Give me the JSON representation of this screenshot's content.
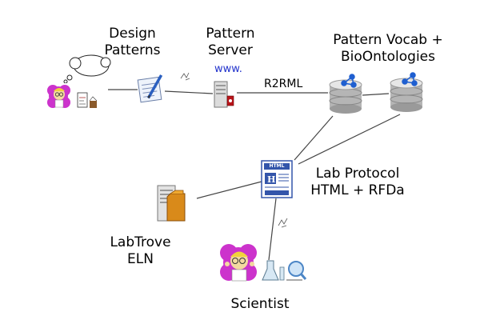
{
  "labels": {
    "design_l1": "Design",
    "design_l2": "Patterns",
    "server_l1": "Pattern",
    "server_l2": "Server",
    "vocab_l1": "Pattern Vocab +",
    "vocab_l2": "BioOntologies",
    "protocol_l1": "Lab Protocol",
    "protocol_l2": "HTML + RFDa",
    "labtrove_l1": "LabTrove",
    "labtrove_l2": "ELN",
    "scientist": "Scientist",
    "www": "www.",
    "r2rml": "R2RML",
    "html_badge": "HTML"
  },
  "colors": {
    "link_line": "#444444",
    "www_text": "#2233cc",
    "db_gray": "#b5b5b5",
    "rdf_blue": "#1f5fd0",
    "flower_magenta": "#cc33cc",
    "doc_blue": "#3355aa",
    "folder_orange": "#d98a1a"
  },
  "icons": {
    "design": "design-patterns-notepad-icon",
    "server": "pattern-server-icon",
    "db": "rdf-database-icon",
    "protocol": "html-document-icon",
    "labtrove": "labtrove-server-icon",
    "scientist": "scientist-avatar-icon"
  }
}
